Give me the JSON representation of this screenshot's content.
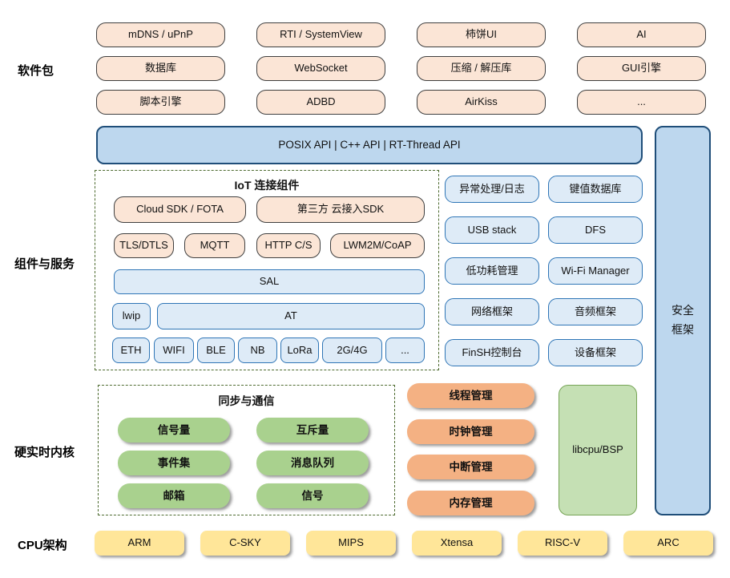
{
  "section_labels": {
    "software_packages": "软件包",
    "components_services": "组件与服务",
    "kernel": "硬实时内核",
    "cpu_arch": "CPU架构"
  },
  "software_packages": {
    "grid": [
      [
        "mDNS / uPnP",
        "RTI / SystemView",
        "柿饼UI",
        "AI"
      ],
      [
        "数据库",
        "WebSocket",
        "压缩 / 解压库",
        "GUI引擎"
      ],
      [
        "脚本引擎",
        "ADBD",
        "AirKiss",
        "..."
      ]
    ]
  },
  "api_bar": {
    "label": "POSIX API  |  C++ API  |  RT-Thread API"
  },
  "security_bar": {
    "line1": "安全",
    "line2": "框架"
  },
  "iot": {
    "title": "IoT 连接组件",
    "cloud_row": [
      "Cloud SDK / FOTA",
      "第三方 云接入SDK"
    ],
    "protocol_row": [
      "TLS/DTLS",
      "MQTT",
      "HTTP C/S",
      "LWM2M/CoAP"
    ],
    "sal": "SAL",
    "lwip": "lwip",
    "at": "AT",
    "phy_row": [
      "ETH",
      "WIFI",
      "BLE",
      "NB",
      "LoRa",
      "2G/4G",
      "..."
    ]
  },
  "services": {
    "col1": [
      "异常处理/日志",
      "USB stack",
      "低功耗管理",
      "网络框架",
      "FinSH控制台"
    ],
    "col2": [
      "键值数据库",
      "DFS",
      "Wi-Fi Manager",
      "音频框架",
      "设备框架"
    ]
  },
  "sync_comm": {
    "title": "同步与通信",
    "grid": [
      [
        "信号量",
        "互斥量"
      ],
      [
        "事件集",
        "消息队列"
      ],
      [
        "邮箱",
        "信号"
      ]
    ]
  },
  "kernel_mgmt": [
    "线程管理",
    "时钟管理",
    "中断管理",
    "内存管理"
  ],
  "libcpu": {
    "label": "libcpu/BSP"
  },
  "cpu_archs": [
    "ARM",
    "C-SKY",
    "MIPS",
    "Xtensa",
    "RISC-V",
    "ARC"
  ],
  "colors": {
    "peach": "#FBE5D6",
    "light_blue": "#DEEBF7",
    "medium_blue": "#BDD7EE",
    "blue_border": "#2E75B6",
    "dark_blue_border": "#1F4E79",
    "green": "#A9D18E",
    "light_green": "#C5E0B4",
    "orange": "#F4B183",
    "yellow": "#FFE699",
    "dashed_border": "#4E6B30"
  }
}
